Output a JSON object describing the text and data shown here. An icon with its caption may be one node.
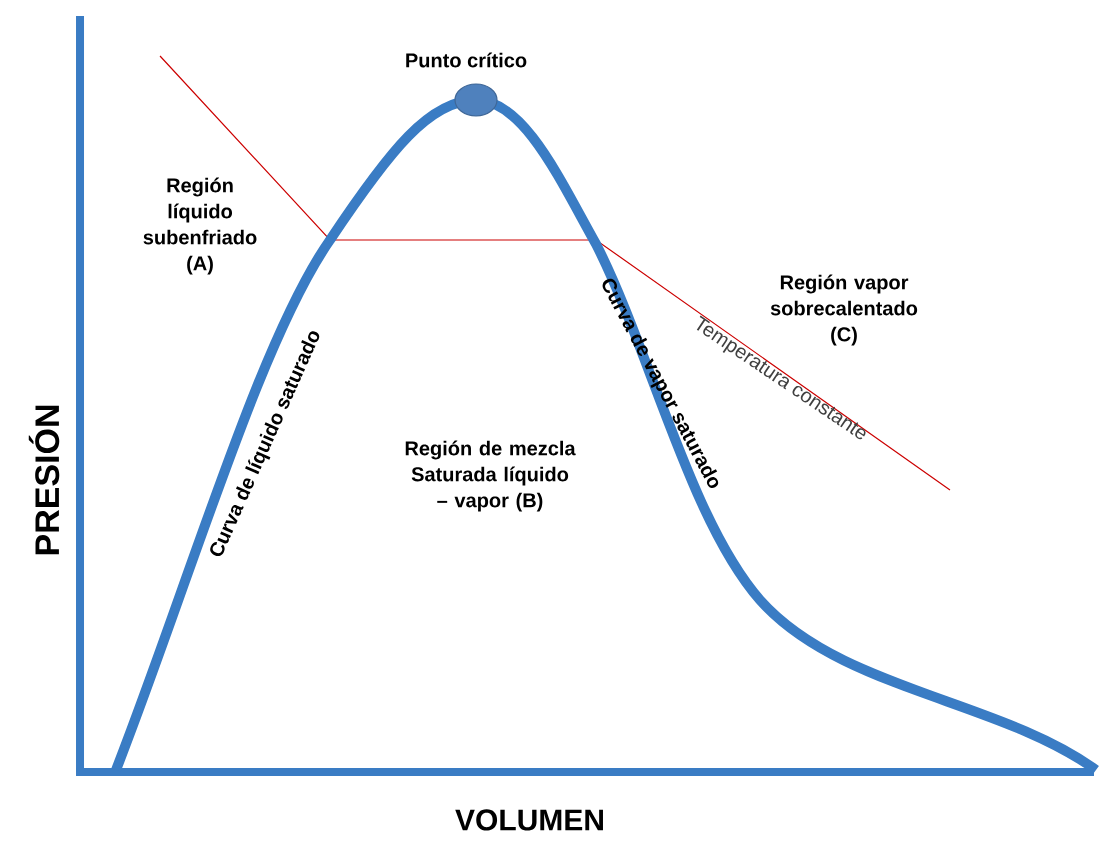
{
  "diagram": {
    "labels": [
      "Punto crítico",
      "Región líquido subenfriado (A)",
      "Región vapor sobrecalentado (C)",
      "Región de mezcla Saturada líquido – vapor (B)",
      "Curva de líquido saturado",
      "Curva de vapor saturado",
      "Temperatura constante",
      "PRESIÓN",
      "VOLUMEN"
    ]
  }
}
